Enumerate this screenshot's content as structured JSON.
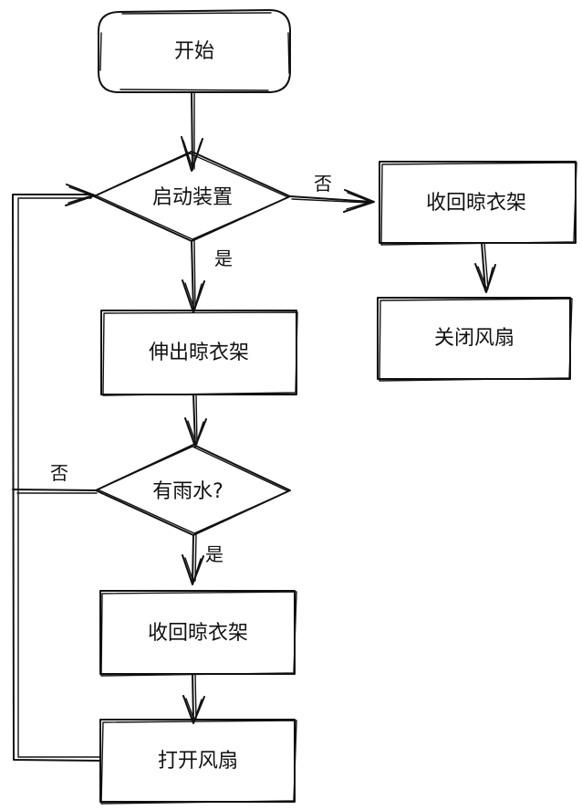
{
  "nodes": {
    "start": {
      "label": "开始"
    },
    "start_device": {
      "label": "启动装置"
    },
    "extend_rack": {
      "label": "伸出晾衣架"
    },
    "has_rain": {
      "label": "有雨水?"
    },
    "retract_rack_left": {
      "label": "收回晾衣架"
    },
    "open_fan": {
      "label": "打开风扇"
    },
    "retract_rack_right": {
      "label": "收回晾衣架"
    },
    "close_fan": {
      "label": "关闭风扇"
    }
  },
  "edges": {
    "start_device_no": {
      "label": "否"
    },
    "start_device_yes": {
      "label": "是"
    },
    "has_rain_no": {
      "label": "否"
    },
    "has_rain_yes": {
      "label": "是"
    }
  },
  "colors": {
    "process_fill": "#FBAE06",
    "decision_fill": "#1EB07C",
    "start_fill": "#FFFFFF",
    "stroke": "#111111"
  }
}
